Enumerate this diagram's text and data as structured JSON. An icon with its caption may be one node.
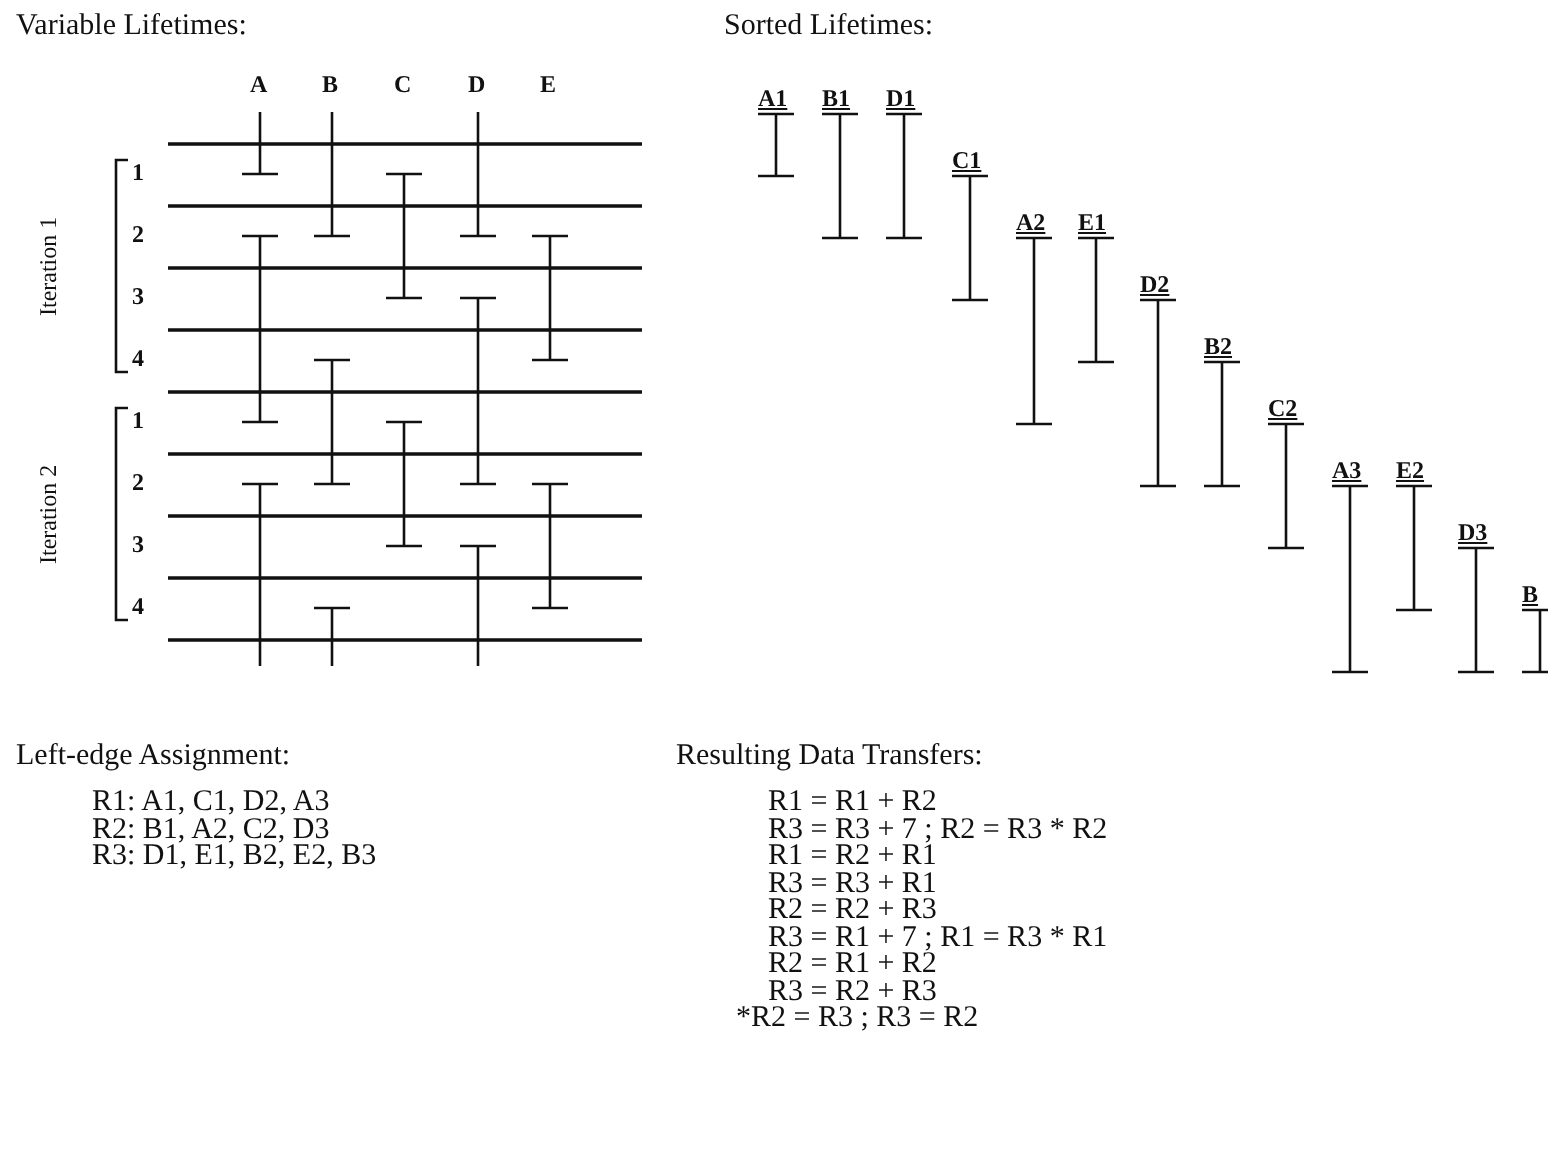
{
  "diagram": {
    "labels": [
      "Variable Lifetimes:",
      "Sorted Lifetimes:",
      "A",
      "B",
      "C",
      "D",
      "E",
      "Iteration 1",
      "1",
      "2",
      "3",
      "4",
      "Iteration 2",
      "1",
      "2",
      "3",
      "4",
      "A1",
      "B1",
      "D1",
      "C1",
      "A2",
      "E1",
      "D2",
      "B2",
      "C2",
      "A3",
      "E2",
      "D3",
      "B",
      "Left-edge Assignment:",
      "Resulting Data Transfers:",
      "R1: A1, C1, D2, A3",
      "R2: B1, A2, C2, D3",
      "R3: D1, E1, B2, E2, B3",
      "R1 = R1 + R2",
      "R3 = R3 + 7 ; R2 = R3 * R2",
      "R1 = R2 + R1",
      "R3 = R3 + R1",
      "R2 = R2 + R3",
      "R3 = R1 + 7 ; R1 = R3 * R1",
      "R2 = R1 + R2",
      "R3 = R2 + R3",
      "*R2 = R3 ; R3 = R2"
    ]
  }
}
